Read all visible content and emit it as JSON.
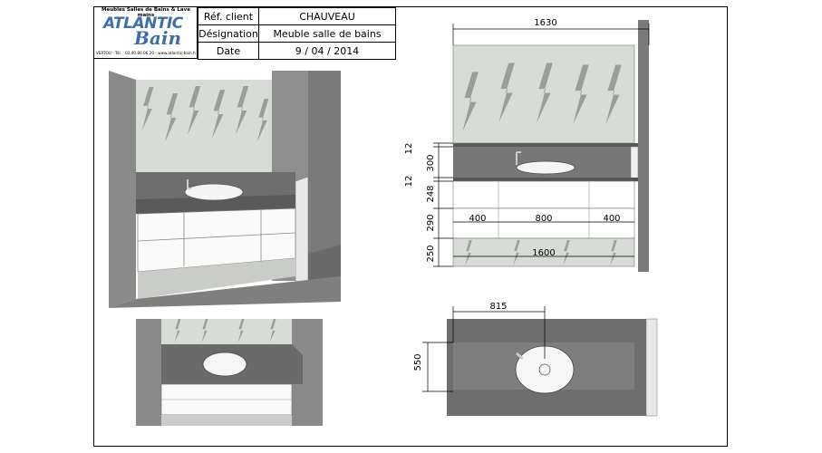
{
  "header": {
    "logo": {
      "tagline": "Meubles Salles de Bains & Lave mains",
      "brand_line1": "ATLANTIC",
      "brand_line2": "Bain",
      "contact": "VERTOU - Tél. : 02.40.80.06.20 - www.atlantic-bain.fr"
    },
    "rows": [
      {
        "label": "Réf. client",
        "value": "CHAUVEAU"
      },
      {
        "label": "Désignation",
        "value": "Meuble salle de bains"
      },
      {
        "label": "Date",
        "value": "9 / 04 / 2014"
      }
    ]
  },
  "front_view": {
    "overall_width": "1630",
    "heights": [
      "12",
      "300",
      "12",
      "248",
      "290",
      "250"
    ],
    "drawer_widths": [
      "400",
      "800",
      "400"
    ],
    "bottom_width": "1600"
  },
  "top_view": {
    "basin_offset": "815",
    "depth": "550"
  },
  "colors": {
    "wall_grey": "#888888",
    "counter_grey": "#6e6e6e",
    "tile_light": "#d8dcd6",
    "logo_blue": "#3e6fa8"
  }
}
